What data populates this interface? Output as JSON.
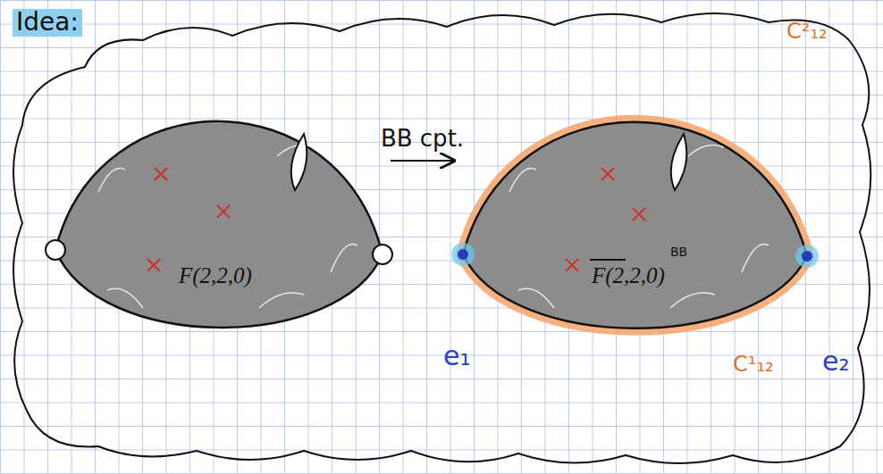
{
  "diagram": {
    "nodes": [
      {
        "text": [
          "F(2,2,0)"
        ]
      },
      {
        "text": [
          "F(2,2,0)",
          "BB"
        ]
      }
    ],
    "edges": [
      {
        "from": 0,
        "to": 1,
        "arrow": "to",
        "label": "BB cpt."
      }
    ],
    "labels": [
      "Idea:",
      "C²₁₂",
      "e₁",
      "e₂",
      "C¹₁₂"
    ]
  }
}
